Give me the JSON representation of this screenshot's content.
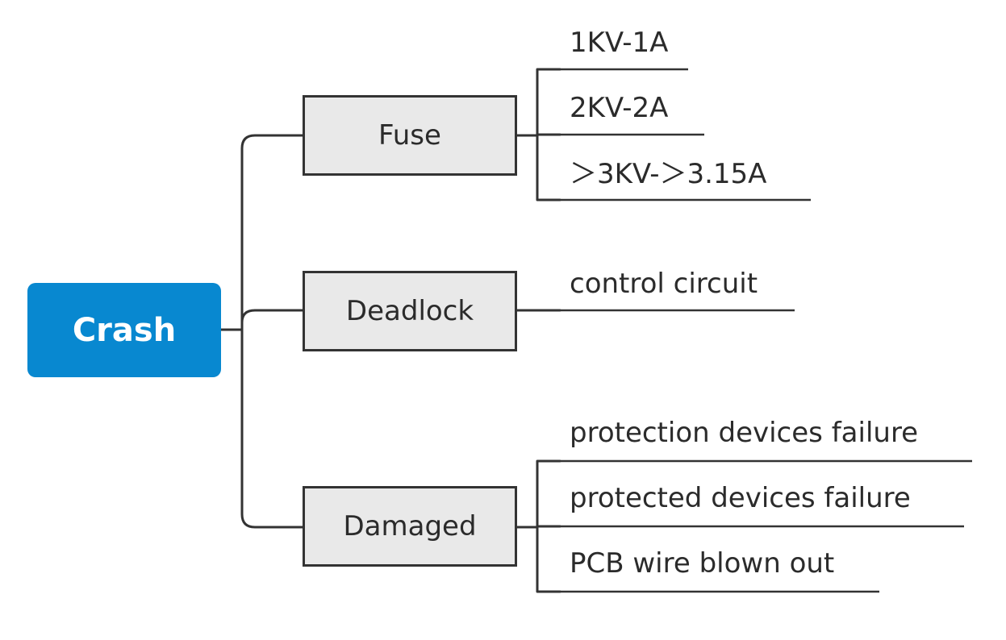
{
  "root": {
    "label": "Crash",
    "color": "#0888d0"
  },
  "branches": [
    {
      "label": "Fuse",
      "leaves": [
        "1KV-1A",
        "2KV-2A",
        "＞3KV-＞3.15A"
      ]
    },
    {
      "label": "Deadlock",
      "leaves": [
        "control circuit"
      ]
    },
    {
      "label": "Damaged",
      "leaves": [
        "protection devices failure",
        "protected devices failure",
        "PCB wire blown out"
      ]
    }
  ]
}
